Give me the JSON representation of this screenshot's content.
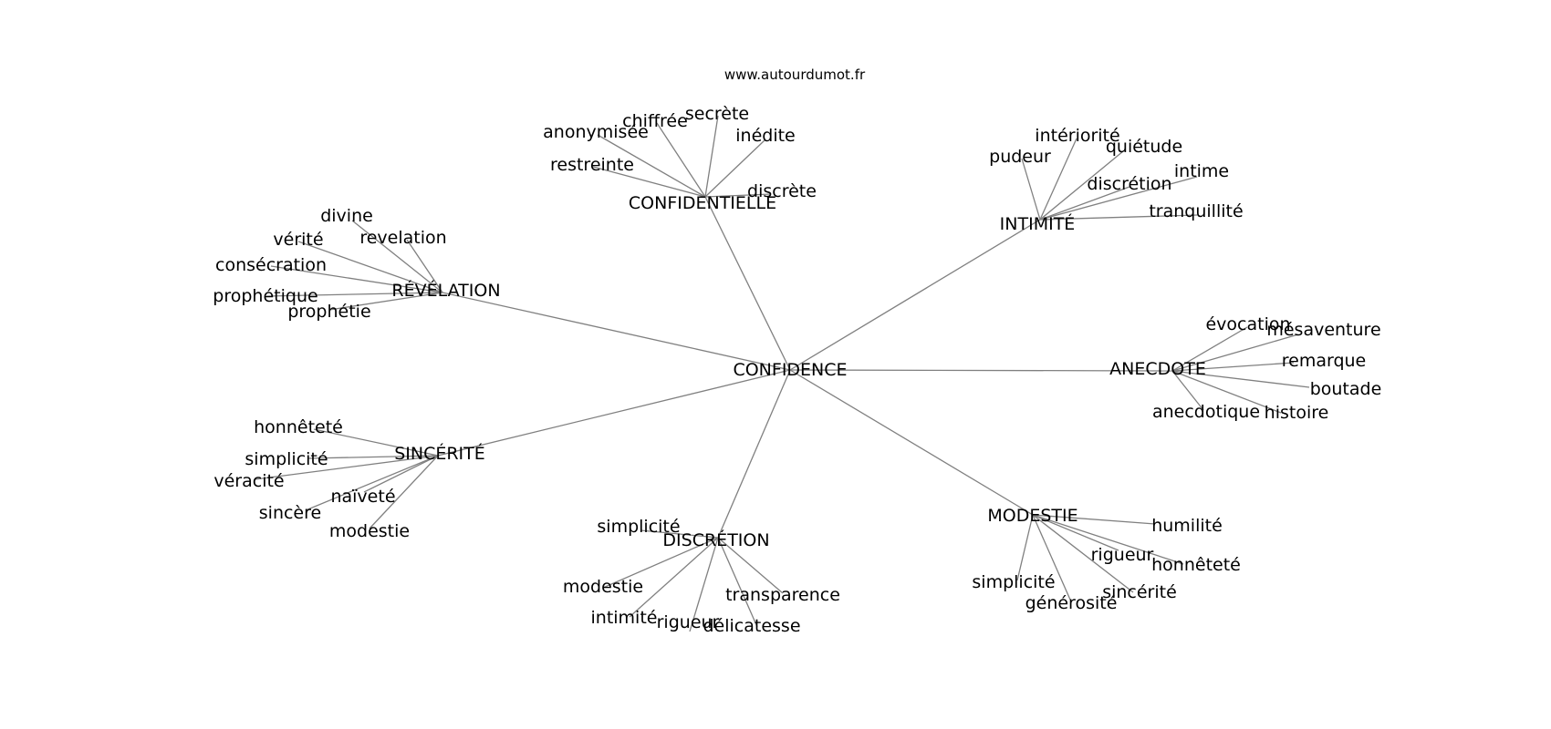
{
  "site": "www.autourdumot.fr",
  "colors": {
    "edge": "#808080",
    "text": "#000000",
    "background": "#ffffff"
  },
  "root": "CONFIDENCE",
  "hubs": [
    {
      "id": "confidentielle",
      "label": "CONFIDENTIELLE",
      "leaves": [
        "anonymisée",
        "chiffrée",
        "secrète",
        "inédite",
        "restreinte",
        "discrète"
      ]
    },
    {
      "id": "intimite",
      "label": "INTIMITÉ",
      "leaves": [
        "pudeur",
        "intériorité",
        "quiétude",
        "intime",
        "discrétion",
        "tranquillité"
      ]
    },
    {
      "id": "revelation",
      "label": "RÉVÉLATION",
      "leaves": [
        "divine",
        "vérité",
        "revelation",
        "consécration",
        "prophétique",
        "prophétie"
      ]
    },
    {
      "id": "anecdote",
      "label": "ANECDOTE",
      "leaves": [
        "évocation",
        "mésaventure",
        "remarque",
        "boutade",
        "anecdotique",
        "histoire"
      ]
    },
    {
      "id": "sincerite",
      "label": "SINCÉRITÉ",
      "leaves": [
        "honnêteté",
        "simplicité",
        "véracité",
        "naïveté",
        "sincère",
        "modestie"
      ]
    },
    {
      "id": "discretion",
      "label": "DISCRÉTION",
      "leaves": [
        "simplicité",
        "modestie",
        "intimité",
        "rigueur",
        "délicatesse",
        "transparence"
      ]
    },
    {
      "id": "modestie",
      "label": "MODESTIE",
      "leaves": [
        "humilité",
        "rigueur",
        "honnêteté",
        "simplicité",
        "générosité",
        "sincérité"
      ]
    }
  ]
}
